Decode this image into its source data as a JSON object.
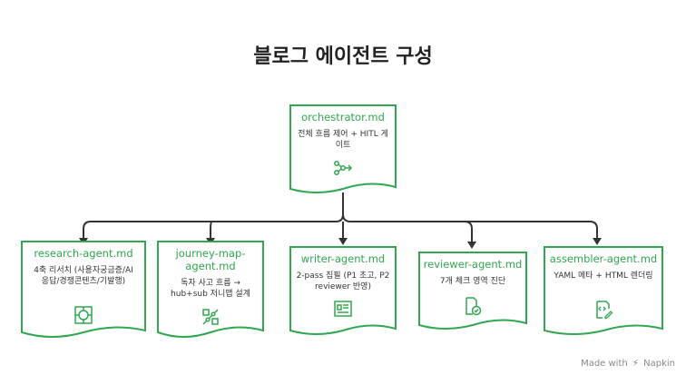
{
  "title": "블로그 에이전트 구성",
  "root": {
    "name": "orchestrator.md",
    "desc": "전체 흐름 제어 + HITL 게이트",
    "icon": "flow-icon"
  },
  "agents": [
    {
      "name": "research-agent.md",
      "desc": "4축 리서치 (사용자궁금증/AI응답/경쟁콘텐츠/기발행)",
      "icon": "target-icon"
    },
    {
      "name": "journey-map-agent.md",
      "desc": "독자 사고 흐름 → hub+sub 저니맵 설계",
      "icon": "map-icon"
    },
    {
      "name": "writer-agent.md",
      "desc": "2-pass 집필 (P1 초고, P2 reviewer 반영)",
      "icon": "document-icon"
    },
    {
      "name": "reviewer-agent.md",
      "desc": "7개 체크 영역 진단",
      "icon": "check-file-icon"
    },
    {
      "name": "assembler-agent.md",
      "desc": "YAML 메타 + HTML 렌더링",
      "icon": "code-edit-icon"
    }
  ],
  "watermark": {
    "prefix": "Made with",
    "brand": "Napkin"
  },
  "colors": {
    "accent": "#2fa84f",
    "line": "#333333",
    "text": "#222222"
  }
}
